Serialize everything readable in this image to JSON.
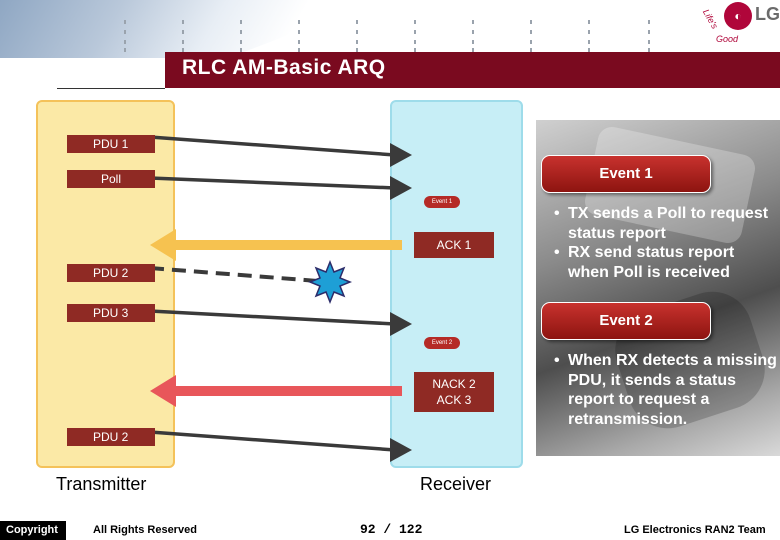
{
  "header": {
    "title": "RLC AM-Basic ARQ",
    "logo_text": "LG",
    "logo_tagline_1": "Life's",
    "logo_tagline_2": "Good"
  },
  "diagram": {
    "transmitter_label": "Transmitter",
    "receiver_label": "Receiver",
    "tx_boxes": [
      "PDU 1",
      "Poll",
      "PDU 2",
      "PDU 3",
      "PDU 2"
    ],
    "ack1_label": "ACK 1",
    "nack_label_line1": "NACK 2",
    "nack_label_line2": "ACK 3",
    "mini_event_1": "Event 1",
    "mini_event_2": "Event 2",
    "colors": {
      "pdu_box": "#8f2a24",
      "tx_column": "#fbe9a6",
      "rx_column": "#c7eef6",
      "ack_arrow": "#f6c250",
      "nack_arrow": "#e8565a",
      "title_bar": "#7a0a1f"
    }
  },
  "events": [
    {
      "badge": "Event 1",
      "bullets": [
        "TX sends a Poll to request status report",
        "RX send status report when Poll is received"
      ]
    },
    {
      "badge": "Event 2",
      "bullets": [
        "When RX detects a missing PDU, it sends a status report to request a retransmission."
      ]
    }
  ],
  "footer": {
    "copyright": "Copyright",
    "rights": "All Rights Reserved",
    "page": "92 / 122",
    "team": "LG Electronics RAN2 Team"
  }
}
